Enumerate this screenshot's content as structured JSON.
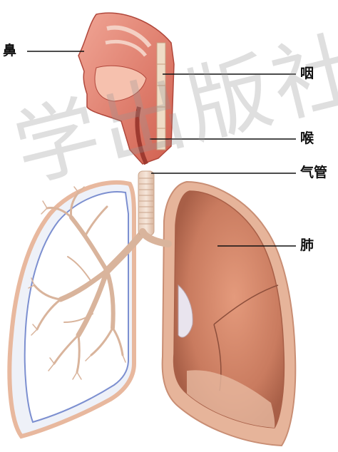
{
  "labels": {
    "nose": "鼻",
    "pharynx": "咽",
    "larynx": "喉",
    "trachea": "气管",
    "lung": "肺"
  },
  "watermark": "学出版社",
  "colors": {
    "lung_tissue": "#d98a6a",
    "pleura": "#e6b49a",
    "bronchi": "#e8c7b3",
    "airway_tissue": "#d4574a",
    "pleural_outline": "#7c8fd0"
  }
}
